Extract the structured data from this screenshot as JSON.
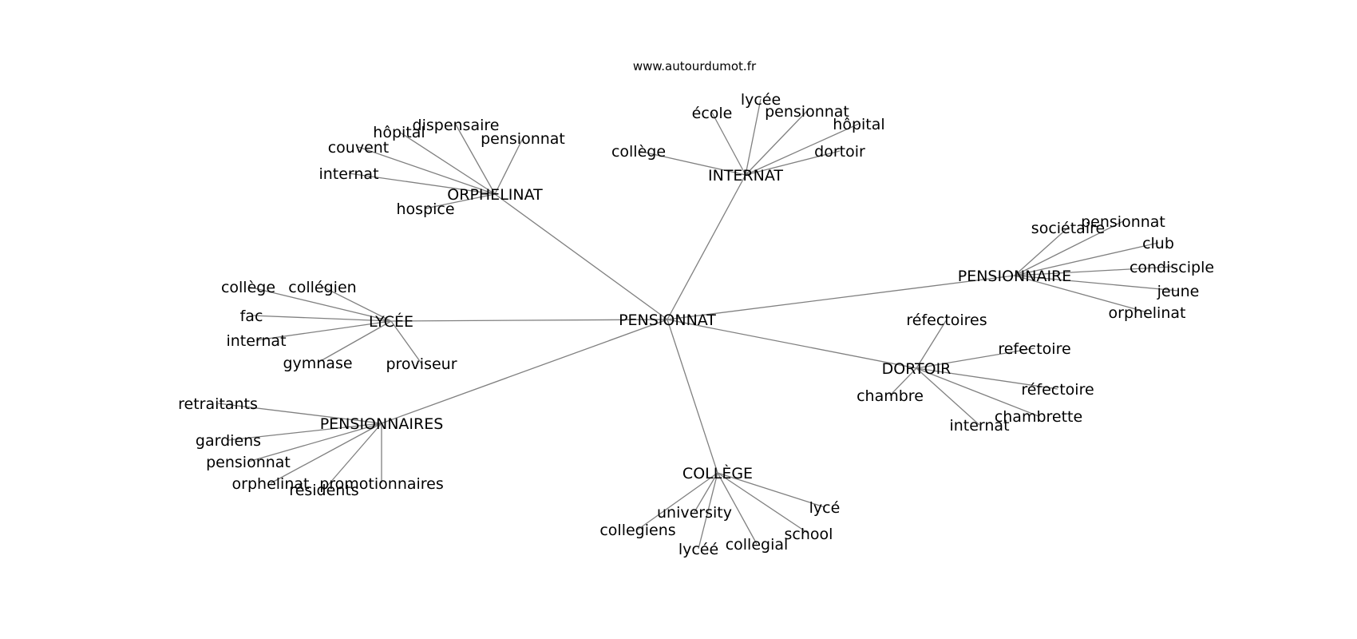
{
  "header": {
    "source": "www.autourdumot.fr"
  },
  "graph": {
    "center": "PENSIONNAT",
    "hubs": [
      {
        "label": "ORPHELINAT",
        "leaves": [
          "dispensaire",
          "hôpital",
          "pensionnat",
          "couvent",
          "internat",
          "hospice"
        ]
      },
      {
        "label": "INTERNAT",
        "leaves": [
          "école",
          "lycée",
          "pensionnat",
          "hôpital",
          "collège",
          "dortoir"
        ]
      },
      {
        "label": "PENSIONNAIRE",
        "leaves": [
          "sociétaire",
          "pensionnat",
          "club",
          "condisciple",
          "jeune",
          "orphelinat"
        ]
      },
      {
        "label": "LYCÉE",
        "leaves": [
          "collège",
          "collégien",
          "fac",
          "internat",
          "gymnase",
          "proviseur"
        ]
      },
      {
        "label": "DORTOIR",
        "leaves": [
          "réfectoires",
          "refectoire",
          "réfectoire",
          "chambre",
          "chambrette",
          "internat"
        ]
      },
      {
        "label": "PENSIONNAIRES",
        "leaves": [
          "retraitants",
          "gardiens",
          "pensionnat",
          "orphelinat",
          "promotionnaires",
          "résidents"
        ]
      },
      {
        "label": "COLLÈGE",
        "leaves": [
          "lycé",
          "university",
          "school",
          "collegiens",
          "lycéé",
          "collegial"
        ]
      }
    ]
  },
  "colors": {
    "edge": "#808080",
    "text": "#000000",
    "background": "#ffffff"
  }
}
